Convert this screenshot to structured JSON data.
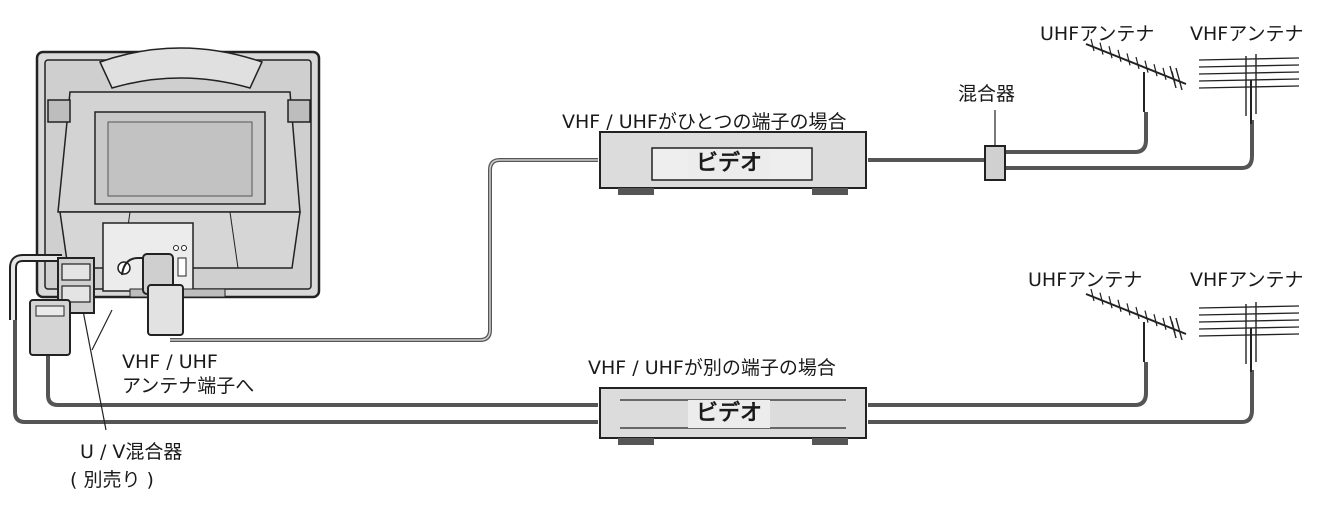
{
  "labels": {
    "case1_title": "VHF / UHFがひとつの端子の場合",
    "case2_title": "VHF / UHFが別の端子の場合",
    "uhf_antenna_top": "UHFアンテナ",
    "vhf_antenna_top": "VHFアンテナ",
    "uhf_antenna_bottom": "UHFアンテナ",
    "vhf_antenna_bottom": "VHFアンテナ",
    "mixer": "混合器",
    "vcr_top": "ビデオ",
    "vcr_bottom": "ビデオ",
    "antenna_terminal_line1": "VHF / UHF",
    "antenna_terminal_line2": "アンテナ端子へ",
    "uv_mixer_line1": "U / V混合器",
    "uv_mixer_line2": "( 別売り )"
  },
  "icons": [
    "tv-rear-icon",
    "vcr-icon",
    "antenna-icon",
    "mixer-icon",
    "uv-mixer-icon"
  ]
}
